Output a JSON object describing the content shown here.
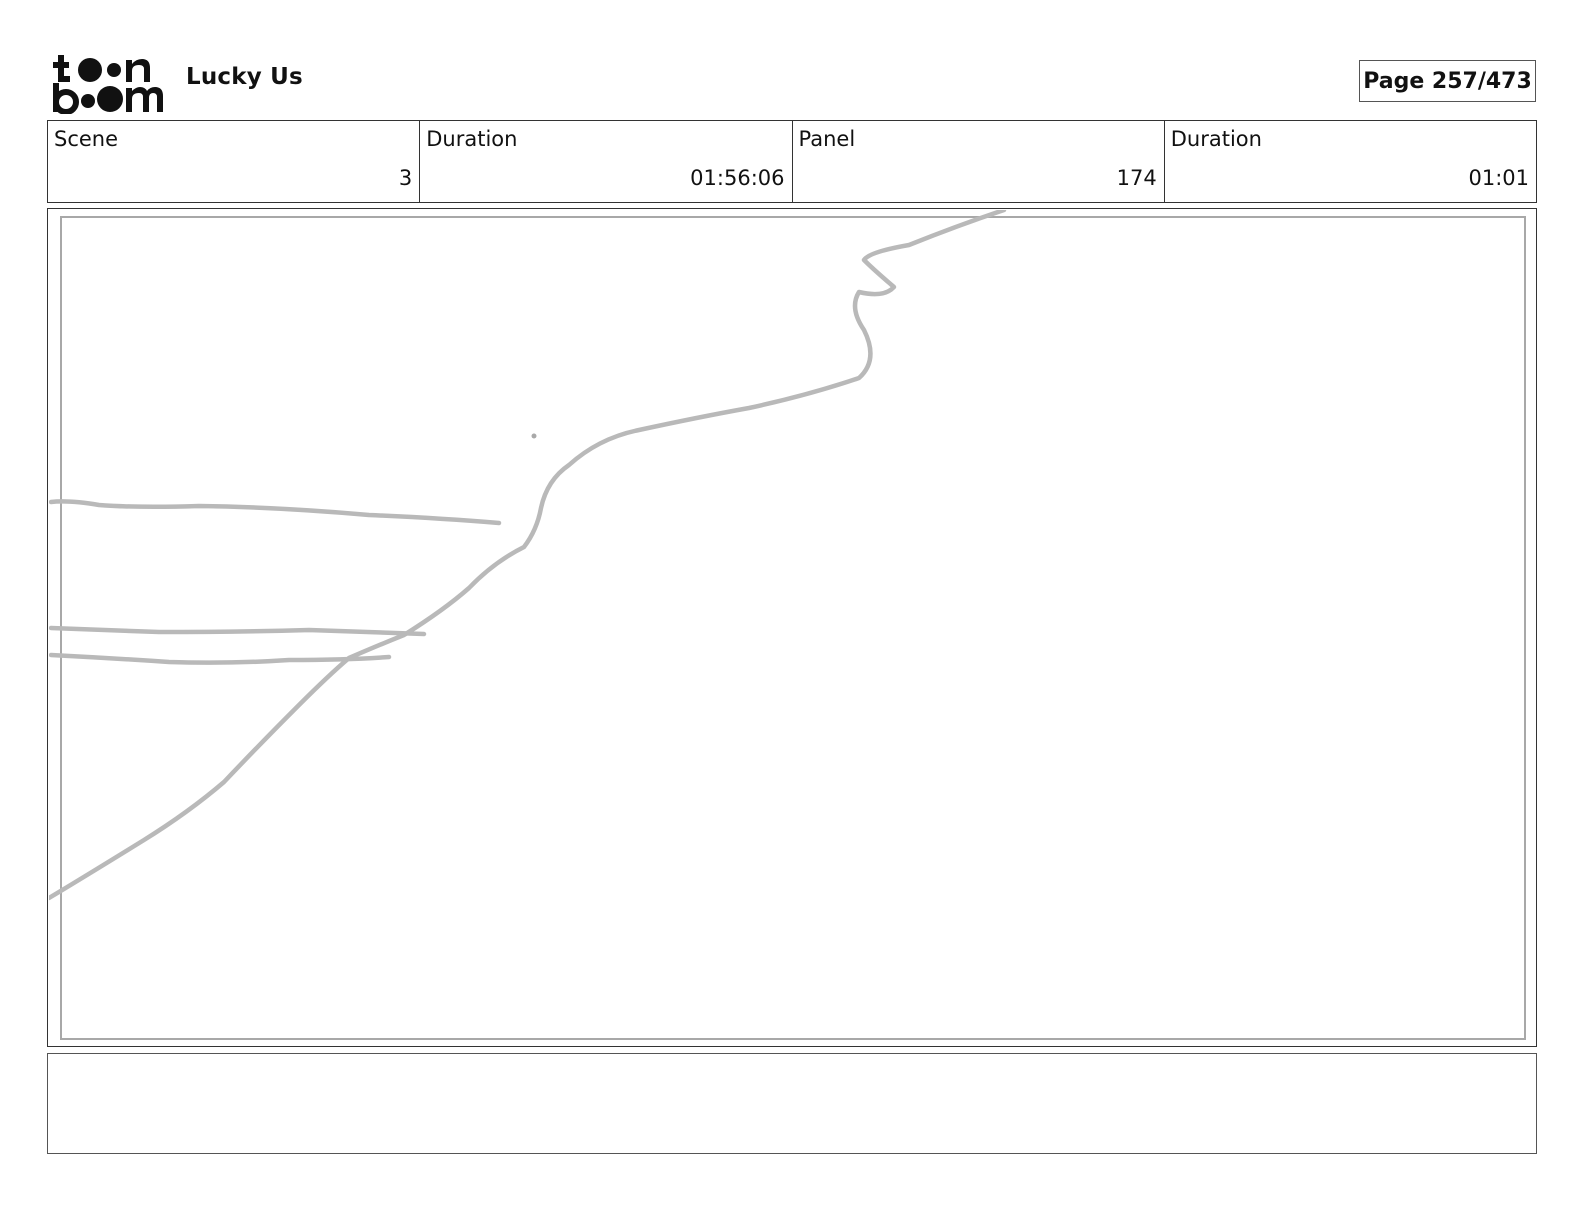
{
  "header": {
    "logo_text": "toonboom",
    "project_title": "Lucky Us",
    "page_label": "Page 257/473"
  },
  "info": {
    "scene_label": "Scene",
    "scene_value": "3",
    "scene_duration_label": "Duration",
    "scene_duration_value": "01:56:06",
    "panel_label": "Panel",
    "panel_value": "174",
    "panel_duration_label": "Duration",
    "panel_duration_value": "01:01"
  },
  "colors": {
    "sketch_stroke": "#b9b9b9",
    "frame_border": "#a8a8a8"
  },
  "notes": {
    "text": ""
  }
}
